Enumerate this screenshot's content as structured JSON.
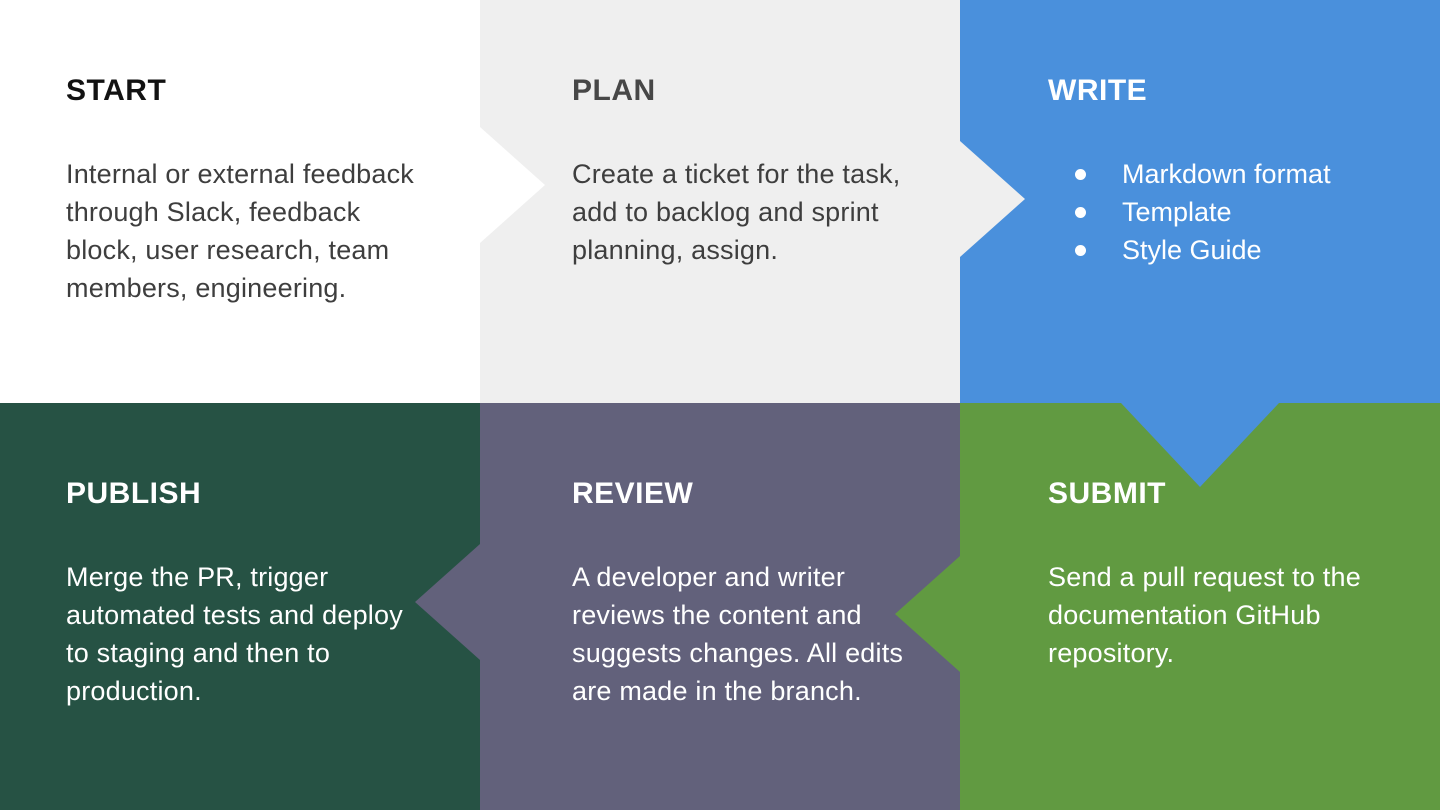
{
  "palette": {
    "start_bg": "#FFFFFF",
    "plan_bg": "#EFEFEF",
    "write_bg": "#4A90DC",
    "publish_bg": "#265244",
    "review_bg": "#62617B",
    "submit_bg": "#619A41",
    "dark_text": "#3E3E3E",
    "start_heading": "#121212",
    "plan_heading": "#474747",
    "light_text": "#FFFFFF"
  },
  "steps": {
    "start": {
      "label": "START",
      "description": "Internal or external feedback\nthrough Slack, feedback\nblock, user research, team\nmembers, engineering."
    },
    "plan": {
      "label": "PLAN",
      "description": "Create a ticket for the task,\nadd to backlog and sprint\nplanning, assign."
    },
    "write": {
      "label": "WRITE",
      "bullets": [
        "Markdown format",
        "Template",
        "Style Guide"
      ]
    },
    "submit": {
      "label": "SUBMIT",
      "description": "Send a pull request to the\ndocumentation GitHub\nrepository."
    },
    "review": {
      "label": "REVIEW",
      "description": "A developer and writer\nreviews the content and\nsuggests changes. All edits\nare made in the branch."
    },
    "publish": {
      "label": "PUBLISH",
      "description": "Merge the PR, trigger\nautomated tests and deploy\nto staging and then to\nproduction."
    }
  }
}
